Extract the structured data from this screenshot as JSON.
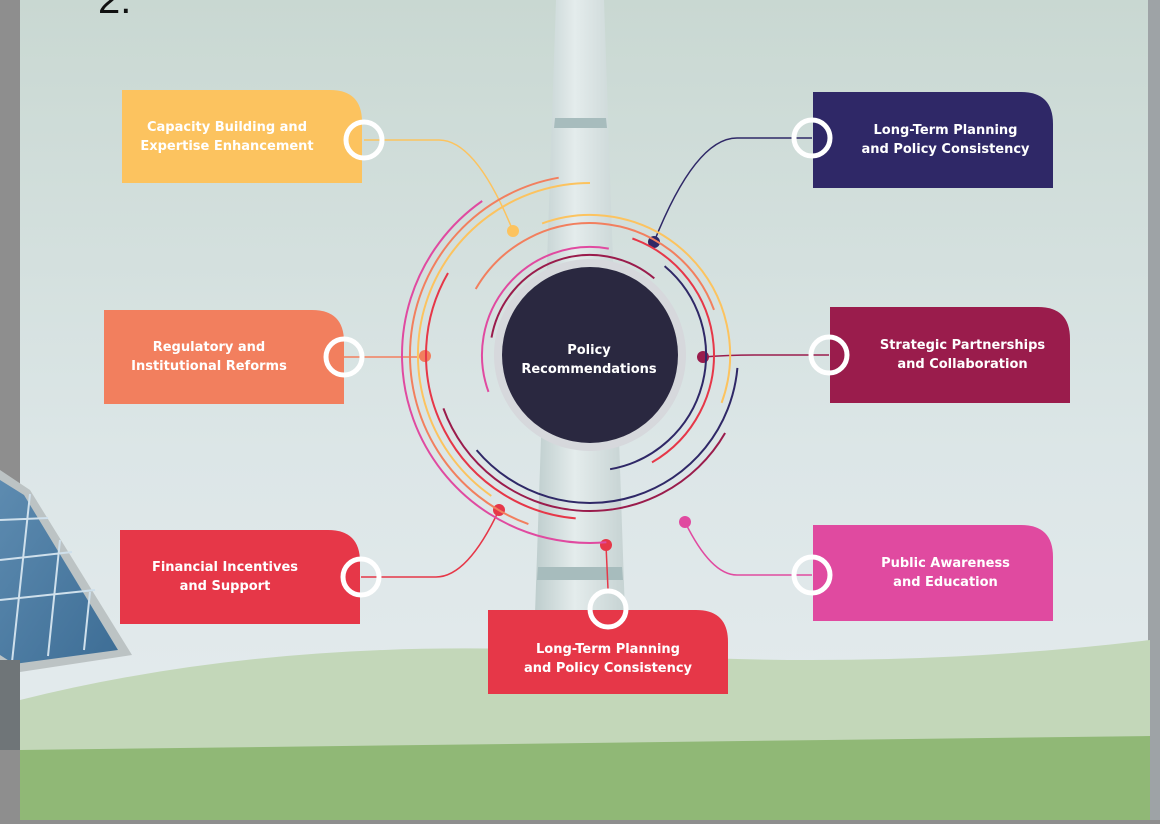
{
  "step_number": "2.",
  "center": {
    "title": "Policy\nRecommendations",
    "fill": "#2a2840"
  },
  "nodes": [
    {
      "id": "capacity",
      "label": "Capacity Building and\nExpertise Enhancement",
      "color": "#fcc35f"
    },
    {
      "id": "long-term-top",
      "label": "Long-Term Planning\nand Policy Consistency",
      "color": "#2f2867"
    },
    {
      "id": "regulatory",
      "label": "Regulatory and\nInstitutional Reforms",
      "color": "#f27f5e"
    },
    {
      "id": "strategic",
      "label": "Strategic Partnerships\nand Collaboration",
      "color": "#9a1c4c"
    },
    {
      "id": "financial",
      "label": "Financial Incentives\nand Support",
      "color": "#e63748"
    },
    {
      "id": "long-term-bottom",
      "label": "Long-Term Planning\nand Policy Consistency",
      "color": "#e63748"
    },
    {
      "id": "public",
      "label": "Public Awareness\nand Education",
      "color": "#e04aa0"
    }
  ]
}
